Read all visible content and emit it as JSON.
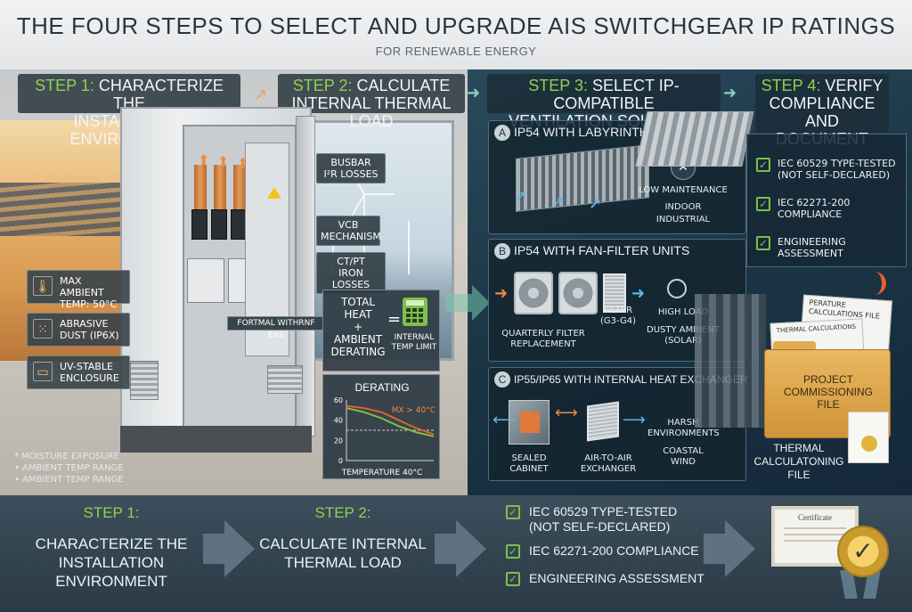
{
  "header": {
    "title": "THE FOUR STEPS TO SELECT AND UPGRADE AIS SWITCHGEAR IP RATINGS",
    "subtitle": "FOR RENEWABLE ENERGY"
  },
  "steps": [
    {
      "num": "STEP 1:",
      "text": "CHARACTERIZE THE INSTALLATION ENVIRONMENT"
    },
    {
      "num": "STEP 2:",
      "text": "CALCULATE INTERNAL THERMAL LOAD"
    },
    {
      "num": "STEP 3:",
      "text": "SELECT IP-COMPATIBLE VENTILATION SOLUTION"
    },
    {
      "num": "STEP 4:",
      "text": "VERIFY COMPLIANCE AND DOCUMENT"
    }
  ],
  "step_heads_split": {
    "s1_line1": "CHARACTERIZE THE",
    "s1_line2": "INSTALLATION ENVIRONMENT",
    "s2_line1": "CALCULATE",
    "s2_line2": "INTERNAL THERMAL LOAD",
    "s3_line1": "SELECT IP-COMPATIBLE",
    "s3_line2": "VENTILATION SOLUTION",
    "s4_line1": "VERIFY",
    "s4_line2": "COMPLIANCE AND",
    "s4_line3": "DOCUMENT"
  },
  "environment": [
    {
      "icon": "thermometer-icon",
      "line1": "MAX AMBIENT",
      "line2": "TEMP: 50°C"
    },
    {
      "icon": "dust-icon",
      "line1": "ABRASIVE",
      "line2": "DUST (IP6X)"
    },
    {
      "icon": "enclosure-icon",
      "line1": "UV-STABLE",
      "line2": "ENCLOSURE"
    }
  ],
  "left_notes": [
    "* MOISTURE EXPOSURE",
    "• AMBIENT TEMP RANGE",
    "• AMBIENT TEMP RANGE"
  ],
  "cabinet_callouts": {
    "busbar_l1": "BUSBAR",
    "busbar_l2": "I²R LOSSES",
    "vcb_l1": "VCB",
    "vcb_l2": "MECHANISM",
    "ct_l1": "CT/PT",
    "ct_l2": "IRON LOSSES"
  },
  "heat_calc": {
    "formula_label": "FORTMAL WITHRNF ENS",
    "total_heat": "TOTAL HEAT",
    "plus": "+",
    "ambient": "AMBIENT",
    "derating": "DERATING",
    "equals": "=",
    "result_l1": "INTERNAL",
    "result_l2": "TEMP LIMIT"
  },
  "chart_data": {
    "type": "line",
    "title": "DERATING",
    "xlabel": "TEMPERATURE 40°C",
    "ylabel": "",
    "ylim": [
      0,
      60
    ],
    "yticks": [
      0,
      20,
      40,
      60
    ],
    "annotation": "MX > 40°C",
    "series": [
      {
        "color": "#e0622c",
        "values": [
          54,
          52,
          48,
          40,
          32,
          26
        ]
      },
      {
        "color": "#7ec04a",
        "values": [
          52,
          48,
          42,
          34,
          28,
          24
        ]
      }
    ],
    "x": [
      0,
      1,
      2,
      3,
      4,
      5
    ],
    "reference_line": 30
  },
  "ventilation": {
    "a": {
      "badge": "A",
      "title": "IP54 WITH LABYRINTH BA",
      "label1": "LOW MAINTENANCE",
      "label2": "INDOOR",
      "label3": "INDUSTRIAL"
    },
    "b": {
      "badge": "B",
      "title": "IP54 WITH FAN-FILTER UNITS",
      "l_quarterly1": "QUARTERLY FILTER",
      "l_quarterly2": "REPLACEMENT",
      "l_filter1": "FILTER",
      "l_filter2": "(G3-G4)",
      "l_high": "HIGH LOAD",
      "l_dusty": "DUSTY AMBIENT",
      "l_solar": "(SOLAR)"
    },
    "c": {
      "badge": "C",
      "title": "IP55/IP65 WITH INTERNAL HEAT EXCHANGER",
      "l_sealed1": "SEALED",
      "l_sealed2": "CABINET",
      "l_air1": "AIR-TO-AIR",
      "l_air2": "EXCHANGER",
      "l_harsh1": "HARSH",
      "l_harsh2": "ENVIRONMENTS",
      "l_coastal1": "COASTAL",
      "l_coastal2": "WIND"
    }
  },
  "step4": {
    "checks": [
      {
        "l1": "IEC 60529 TYPE-TESTED",
        "l2": "(NOT SELF-DECLARED)"
      },
      {
        "l1": "IEC 62271-200",
        "l2": "COMPLIANCE"
      },
      {
        "l1": "ENGINEERING",
        "l2": "ASSESSMENT"
      }
    ],
    "paper1": "PERATURE",
    "paper1b": "CALCULATIONS FILE",
    "paper2": "THERMAL CALCULATIONS",
    "folder_l1": "PROJECT",
    "folder_l2": "COMMISSIONING",
    "folder_l3": "FILE",
    "thermal_l1": "THERMAL",
    "thermal_l2": "CALCULATONING",
    "thermal_l3": "FILE"
  },
  "bottom": {
    "s1_num": "STEP 1:",
    "s1_l1": "CHARACTERIZE THE",
    "s1_l2": "INSTALLATION",
    "s1_l3": "ENVIRONMENT",
    "s2_num": "STEP 2:",
    "s2_l1": "CALCULATE INTERNAL",
    "s2_l2": "THERMAL LOAD",
    "c1_l1": "IEC 60529 TYPE-TESTED",
    "c1_l2": "(NOT SELF-DECLARED)",
    "c2": "IEC 62271-200 COMPLIANCE",
    "c3": "ENGINEERING ASSESSMENT",
    "certificate": "Certificate"
  },
  "colors": {
    "step_green": "#8fd14f",
    "accent_orange": "#f08a3c",
    "accent_blue": "#5fb7e6",
    "check_green": "#7ec04a"
  }
}
